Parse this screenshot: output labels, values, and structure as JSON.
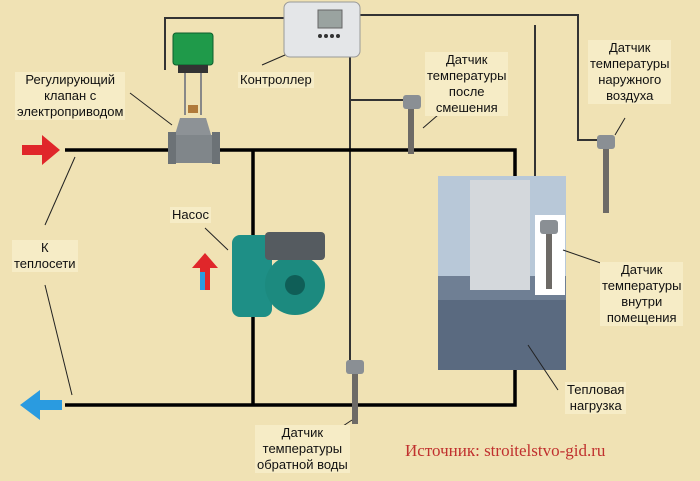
{
  "labels": {
    "valve": [
      "Регулирующий",
      "клапан с",
      "электроприводом"
    ],
    "controller": "Контроллер",
    "sensor_after_mixing": [
      "Датчик",
      "температуры",
      "после",
      "смешения"
    ],
    "sensor_outdoor": [
      "Датчик",
      "температуры",
      "наружного",
      "воздуха"
    ],
    "pump": "Насос",
    "heat_network": [
      "К",
      "теплосети"
    ],
    "sensor_indoor": [
      "Датчик",
      "температуры",
      "внутри",
      "помещения"
    ],
    "heat_load": [
      "Тепловая",
      "нагрузка"
    ],
    "sensor_return": [
      "Датчик",
      "температуры",
      "обратной воды"
    ]
  },
  "source": "Источник: stroitelstvo-gid.ru",
  "colors": {
    "background": "#f0e2b4",
    "supply_arrow": "#e0262a",
    "return_arrow": "#2a9be0",
    "source_text": "#c0302e"
  }
}
